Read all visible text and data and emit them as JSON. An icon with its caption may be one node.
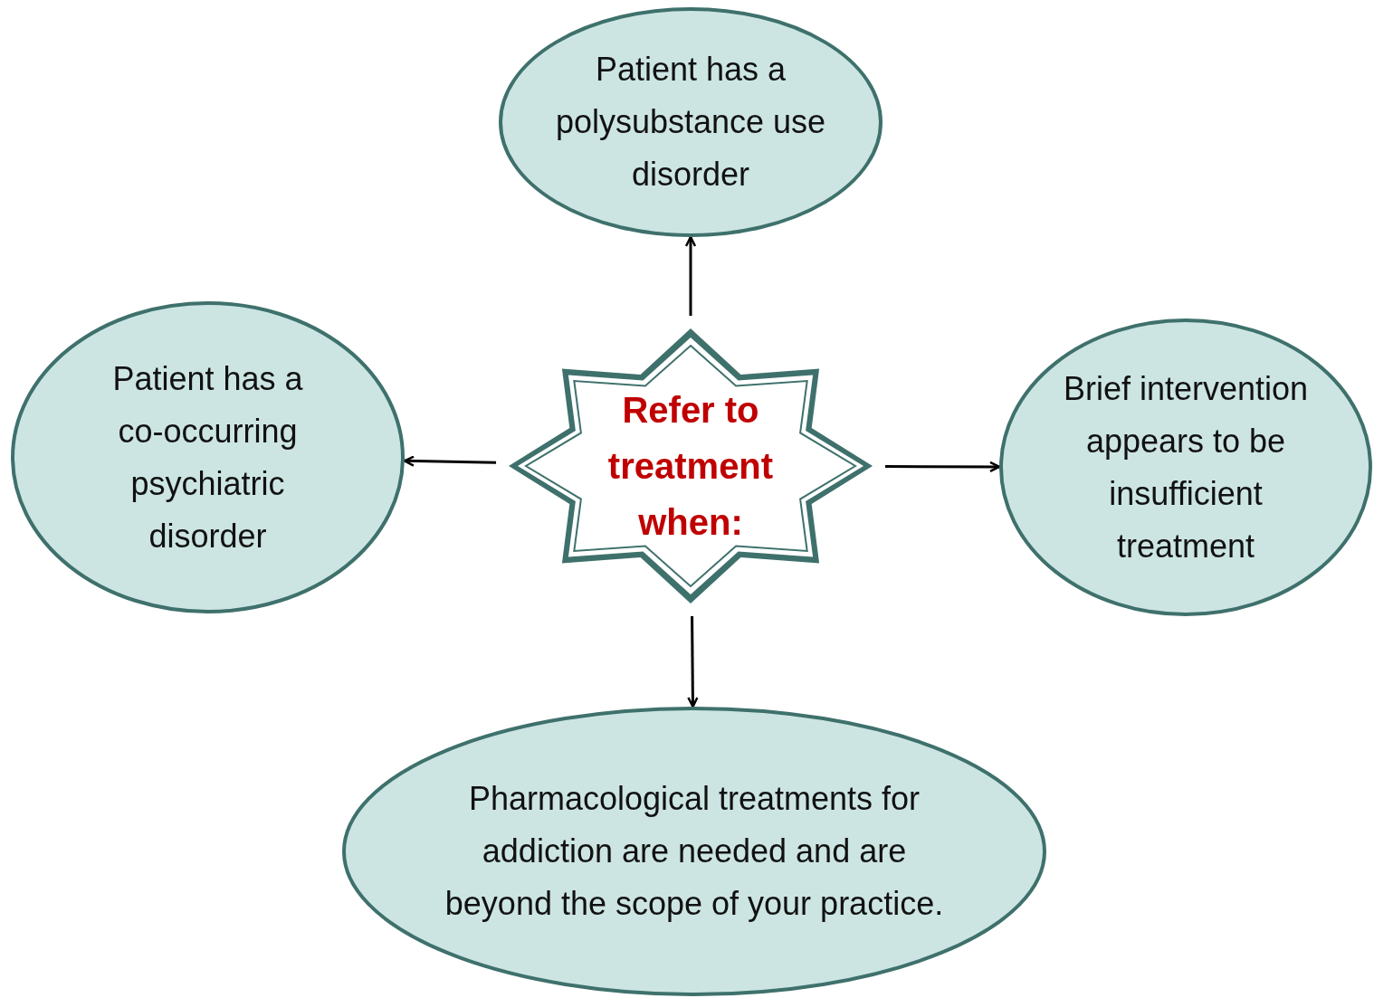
{
  "diagram": {
    "nodes": [
      {
        "text": [
          "Patient has a polysubstance use disorder"
        ]
      },
      {
        "text": [
          "Patient has a co-occurring psychiatric disorder"
        ]
      },
      {
        "text": [
          "Refer to treatment when:"
        ]
      },
      {
        "text": [
          "Brief intervention appears to be insufficient treatment"
        ]
      },
      {
        "text": [
          "Pharmacological treatments for addiction are needed and are beyond the scope of your practice."
        ]
      }
    ],
    "edges": [
      {
        "from": 2,
        "to": 0,
        "arrow": "to"
      },
      {
        "from": 2,
        "to": 1,
        "arrow": "to"
      },
      {
        "from": 2,
        "to": 3,
        "arrow": "to"
      },
      {
        "from": 2,
        "to": 4,
        "arrow": "to"
      }
    ]
  }
}
